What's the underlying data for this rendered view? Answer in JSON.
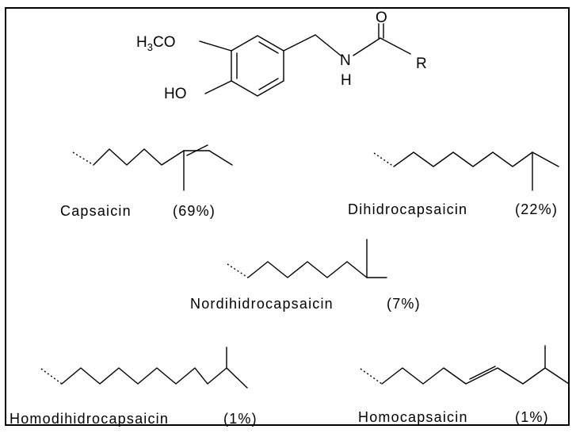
{
  "core": {
    "methoxy_label_main": "H",
    "methoxy_label_sub": "3",
    "methoxy_label_rest": "CO",
    "hydroxy_label": "HO",
    "nitrogen_label": "N",
    "nh_hydrogen_label": "H",
    "oxygen_label": "O",
    "r_group_label": "R"
  },
  "compounds": [
    {
      "name": "Capsaicin",
      "percent": "(69%)"
    },
    {
      "name": "Dihidrocapsaicin",
      "percent": "(22%)"
    },
    {
      "name": "Nordihidrocapsaicin",
      "percent": "(7%)"
    },
    {
      "name": "Homodihidrocapsaicin",
      "percent": "(1%)"
    },
    {
      "name": "Homocapsaicin",
      "percent": "(1%)"
    }
  ]
}
